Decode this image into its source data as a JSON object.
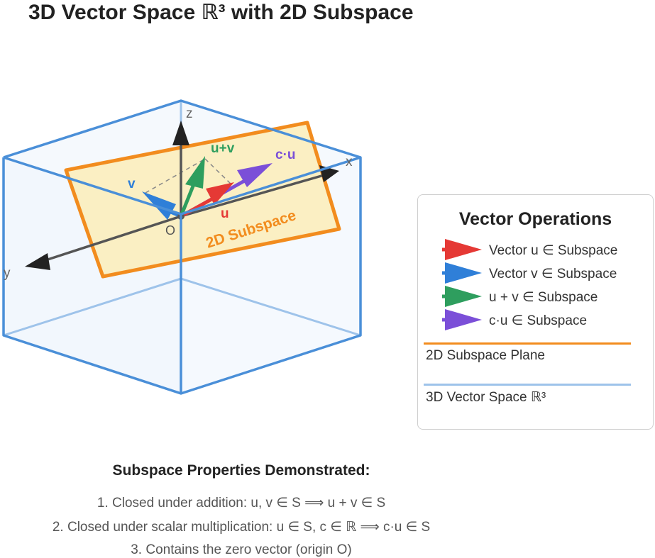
{
  "title": "3D Vector Space ℝ³ with 2D Subspace",
  "diagram": {
    "axes": {
      "x": "x",
      "y": "y",
      "z": "z"
    },
    "origin": "O",
    "plane_label": "2D Subspace",
    "vectors": {
      "u": "u",
      "v": "v",
      "u_plus_v": "u+v",
      "c_u": "c·u"
    }
  },
  "legend": {
    "title": "Vector Operations",
    "items": [
      {
        "label": "Vector u ∈ Subspace",
        "color": "#e53935"
      },
      {
        "label": "Vector v ∈ Subspace",
        "color": "#2f7fd8"
      },
      {
        "label": "u + v ∈ Subspace",
        "color": "#2e9e5e"
      },
      {
        "label": "c·u ∈ Subspace",
        "color": "#7b4fd8"
      }
    ],
    "plane_line": {
      "label": "2D Subspace Plane",
      "color": "#f28c1e"
    },
    "space_line": {
      "label": "3D Vector Space ℝ³",
      "color": "#9ec3ea"
    }
  },
  "properties": {
    "title": "Subspace Properties Demonstrated:",
    "items": [
      "1. Closed under addition: u, v ∈ S ⟹ u + v ∈ S",
      "2. Closed under scalar multiplication: u ∈ S, c ∈ ℝ ⟹ c·u ∈ S",
      "3. Contains the zero vector (origin O)"
    ]
  },
  "colors": {
    "u": "#e53935",
    "v": "#2f7fd8",
    "u_plus_v": "#2e9e5e",
    "c_u": "#7b4fd8",
    "plane_border": "#f28c1e",
    "plane_fill": "#fbedb8",
    "box_edge": "#4a8fd8",
    "box_back_edge": "#9ec3ea"
  }
}
